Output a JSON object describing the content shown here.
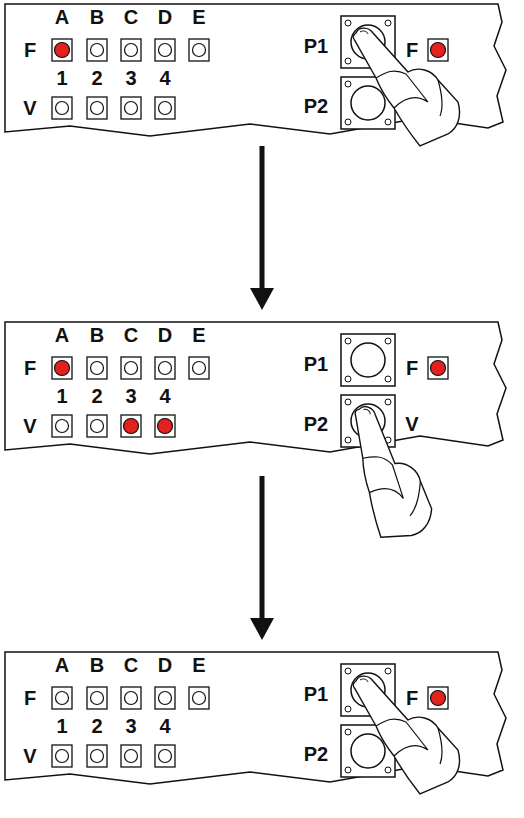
{
  "diagram": {
    "labels": [
      "F",
      "A",
      "B",
      "C",
      "D",
      "E",
      "V",
      "1",
      "2",
      "3",
      "4",
      "P1",
      "F",
      "P2",
      "F",
      "A",
      "B",
      "C",
      "D",
      "E",
      "V",
      "1",
      "2",
      "3",
      "4",
      "P1",
      "F",
      "P2",
      "V",
      "F",
      "A",
      "B",
      "C",
      "D",
      "E",
      "V",
      "1",
      "2",
      "3",
      "4",
      "P1",
      "F",
      "P2"
    ]
  }
}
